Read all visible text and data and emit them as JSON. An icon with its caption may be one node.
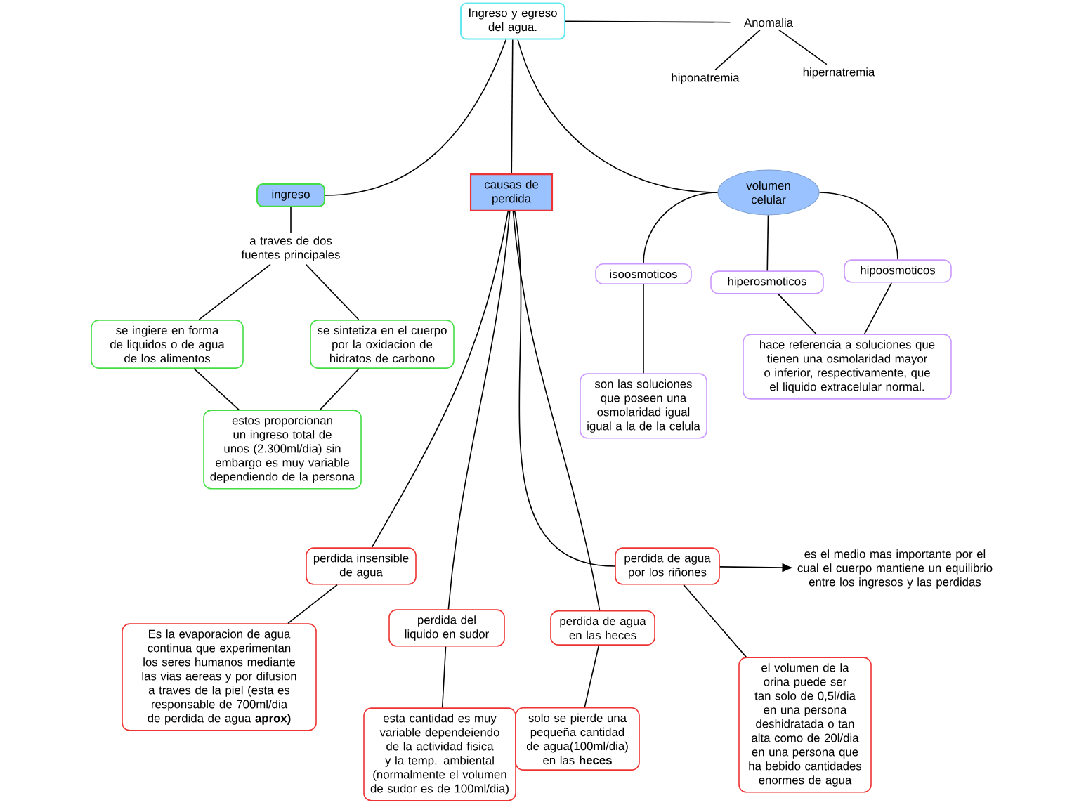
{
  "diagram": {
    "nodes": [
      {
        "text": [
          "Ingreso y egreso del agua."
        ]
      },
      {
        "text": [
          "Anomalia"
        ]
      },
      {
        "text": [
          "hiponatremia"
        ]
      },
      {
        "text": [
          "hipernatremia"
        ]
      },
      {
        "text": [
          "ingreso"
        ]
      },
      {
        "text": [
          "causas de perdida"
        ]
      },
      {
        "text": [
          "volumen celular"
        ]
      },
      {
        "text": [
          "a traves de dos fuentes principales"
        ]
      },
      {
        "text": [
          "se ingiere en forma de liquidos o de agua de los alimentos"
        ]
      },
      {
        "text": [
          "se sintetiza en el cuerpo por la oxidacion de hidratos de carbono"
        ]
      },
      {
        "text": [
          "estos proporcionan un ingreso total de unos (2.300ml/dia) sin embargo es muy variable dependiendo de la persona"
        ]
      },
      {
        "text": [
          "isoosmoticos"
        ]
      },
      {
        "text": [
          "hiperosmoticos"
        ]
      },
      {
        "text": [
          "hipoosmoticos"
        ]
      },
      {
        "text": [
          "son las soluciones que poseen una osmolaridad igual igual a la de la celula"
        ]
      },
      {
        "text": [
          "hace referencia a soluciones que tienen una osmolaridad mayor o inferior, respectivamente, que el liquido extracelular normal."
        ]
      },
      {
        "text": [
          "perdida insensible de agua"
        ]
      },
      {
        "text": [
          "perdida del liquido en sudor"
        ]
      },
      {
        "text": [
          "perdida de agua en las heces"
        ]
      },
      {
        "text": [
          "perdida de agua por los riñones"
        ]
      },
      {
        "text": [
          "es el medio mas importante por el cual el cuerpo mantiene un equilibrio entre los ingresos y las perdidas"
        ]
      },
      {
        "text": [
          "Es la evaporacion de agua continua que experimentan los seres humanos mediante las vias aereas y por difusion a traves de la piel (esta es responsable de 700ml/dia de perdida de agua **aprox)**"
        ]
      },
      {
        "text": [
          "esta cantidad es muy variable dependeiendo de la actividad fisica y la temp. ambiental (normalmente el volumen de sudor es de 100ml/dia)"
        ]
      },
      {
        "text": [
          "solo se pierde una pequeña cantidad de agua(100ml/dia) en las **heces**"
        ]
      },
      {
        "text": [
          "el volumen de la orina puede ser tan solo de 0,5l/dia en una persona deshidratada o tan alta como de 20l/dia en una persona que ha bebido cantidades enormes de agua"
        ]
      }
    ],
    "edges": [
      {
        "from": 0,
        "to": 1,
        "arrow": "none"
      },
      {
        "from": 1,
        "to": 2,
        "arrow": "none"
      },
      {
        "from": 1,
        "to": 3,
        "arrow": "none"
      },
      {
        "from": 0,
        "to": 4,
        "arrow": "none"
      },
      {
        "from": 0,
        "to": 5,
        "arrow": "none"
      },
      {
        "from": 0,
        "to": 6,
        "arrow": "none"
      },
      {
        "from": 4,
        "to": 7,
        "arrow": "none"
      },
      {
        "from": 7,
        "to": 8,
        "arrow": "none"
      },
      {
        "from": 7,
        "to": 9,
        "arrow": "none"
      },
      {
        "from": 8,
        "to": 10,
        "arrow": "none"
      },
      {
        "from": 9,
        "to": 10,
        "arrow": "none"
      },
      {
        "from": 6,
        "to": 11,
        "arrow": "none"
      },
      {
        "from": 6,
        "to": 12,
        "arrow": "none"
      },
      {
        "from": 6,
        "to": 13,
        "arrow": "none"
      },
      {
        "from": 11,
        "to": 14,
        "arrow": "none"
      },
      {
        "from": 12,
        "to": 15,
        "arrow": "none"
      },
      {
        "from": 13,
        "to": 15,
        "arrow": "none"
      },
      {
        "from": 5,
        "to": 16,
        "arrow": "none"
      },
      {
        "from": 5,
        "to": 17,
        "arrow": "none"
      },
      {
        "from": 5,
        "to": 18,
        "arrow": "none"
      },
      {
        "from": 5,
        "to": 19,
        "arrow": "none"
      },
      {
        "from": 19,
        "to": 20,
        "arrow": "to"
      },
      {
        "from": 16,
        "to": 21,
        "arrow": "none"
      },
      {
        "from": 17,
        "to": 22,
        "arrow": "none"
      },
      {
        "from": 18,
        "to": 23,
        "arrow": "none"
      },
      {
        "from": 19,
        "to": 24,
        "arrow": "none"
      }
    ]
  }
}
